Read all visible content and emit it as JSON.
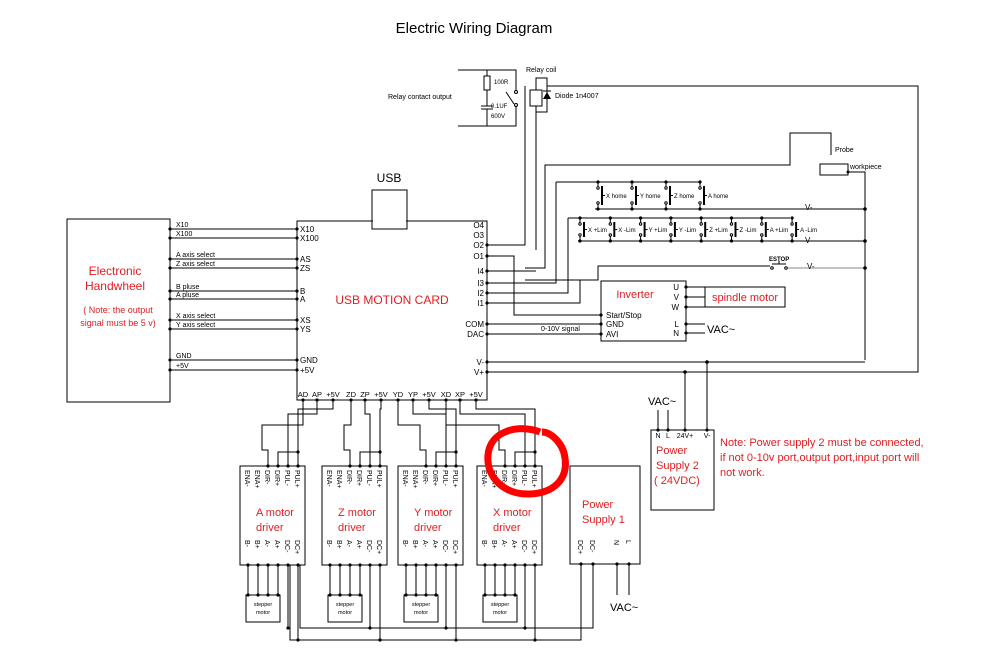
{
  "title": "Electric Wiring Diagram",
  "colors": {
    "line": "#000000",
    "annotation": "#e02020",
    "highlight_circle": "#ff0000"
  },
  "relay": {
    "contact_label": "Relay contact output",
    "coil_label": "Relay coil",
    "diode_label": "Diode 1n4007",
    "resistor_label": "100R",
    "capacitor_label_1": "0.1UF",
    "capacitor_label_2": "600V"
  },
  "probe": {
    "probe_label": "Probe",
    "workpiece_label": "workpiece"
  },
  "home_switches": [
    "X home",
    "Y home",
    "Z home",
    "A home"
  ],
  "limit_switches": [
    "X +Lim",
    "X -Lim",
    "Y +Lim",
    "Y -Lim",
    "Z +Lim",
    "Z -Lim",
    "A +Lim",
    "A -Lim"
  ],
  "vminus_label": "V-",
  "estop_label": "ESTOP",
  "usb_label": "USB",
  "motion_card": {
    "title": "USB MOTION CARD",
    "left_pins": [
      "X10",
      "X100",
      "AS",
      "ZS",
      "B",
      "A",
      "XS",
      "YS",
      "GND",
      "+5V"
    ],
    "right_pins": [
      "O4",
      "O3",
      "O2",
      "O1",
      "I4",
      "I3",
      "I2",
      "I1",
      "COM",
      "DAC",
      "V-",
      "V+"
    ],
    "bottom_pins": [
      "AD",
      "AP",
      "+5V",
      "ZD",
      "ZP",
      "+5V",
      "YD",
      "YP",
      "+5V",
      "XD",
      "XP",
      "+5V"
    ]
  },
  "handwheel": {
    "title_1": "Electronic",
    "title_2": "Handwheel",
    "note_1": "( Note: the output",
    "note_2": "signal must be 5 v)",
    "wire_labels": [
      "X10",
      "X100",
      "A axis select",
      "Z axis select",
      "B pluse",
      "A pluse",
      "X axis select",
      "Y axis select",
      "GND",
      "+5V"
    ]
  },
  "inverter": {
    "title": "Inverter",
    "left_pins": [
      "Start/Stop",
      "GND",
      "AVI"
    ],
    "right_pins": [
      "U",
      "V",
      "W",
      "L",
      "N"
    ],
    "signal_label": "0-10V signal",
    "spindle_label": "spindle motor",
    "vac_label": "VAC~"
  },
  "drivers": [
    {
      "line1": "A motor",
      "line2": "driver"
    },
    {
      "line1": "Z motor",
      "line2": "driver"
    },
    {
      "line1": "Y motor",
      "line2": "driver"
    },
    {
      "line1": "X motor",
      "line2": "driver"
    }
  ],
  "driver_top_pins": [
    "ENA-",
    "ENA+",
    "DIR-",
    "DIR+",
    "PUL-",
    "PUL+"
  ],
  "driver_bottom_pins": [
    "B-",
    "B+",
    "A-",
    "A+",
    "DC-",
    "DC+"
  ],
  "stepper_line1": "stepper",
  "stepper_line2": "motor",
  "psu1": {
    "line1": "Power",
    "line2": "Supply 1",
    "pins": [
      "DC+",
      "DC-",
      "N",
      "L"
    ],
    "vac_label": "VAC~"
  },
  "psu2": {
    "line1": "Power",
    "line2": "Supply 2",
    "line3": "( 24VDC)",
    "pins": [
      "N",
      "L",
      "24V+",
      "V-"
    ],
    "vac_label": "VAC~"
  },
  "note": {
    "line1": "Note: Power supply 2 must be connected,",
    "line2": "if not 0-10v port,output port,input port will",
    "line3": "not work."
  }
}
